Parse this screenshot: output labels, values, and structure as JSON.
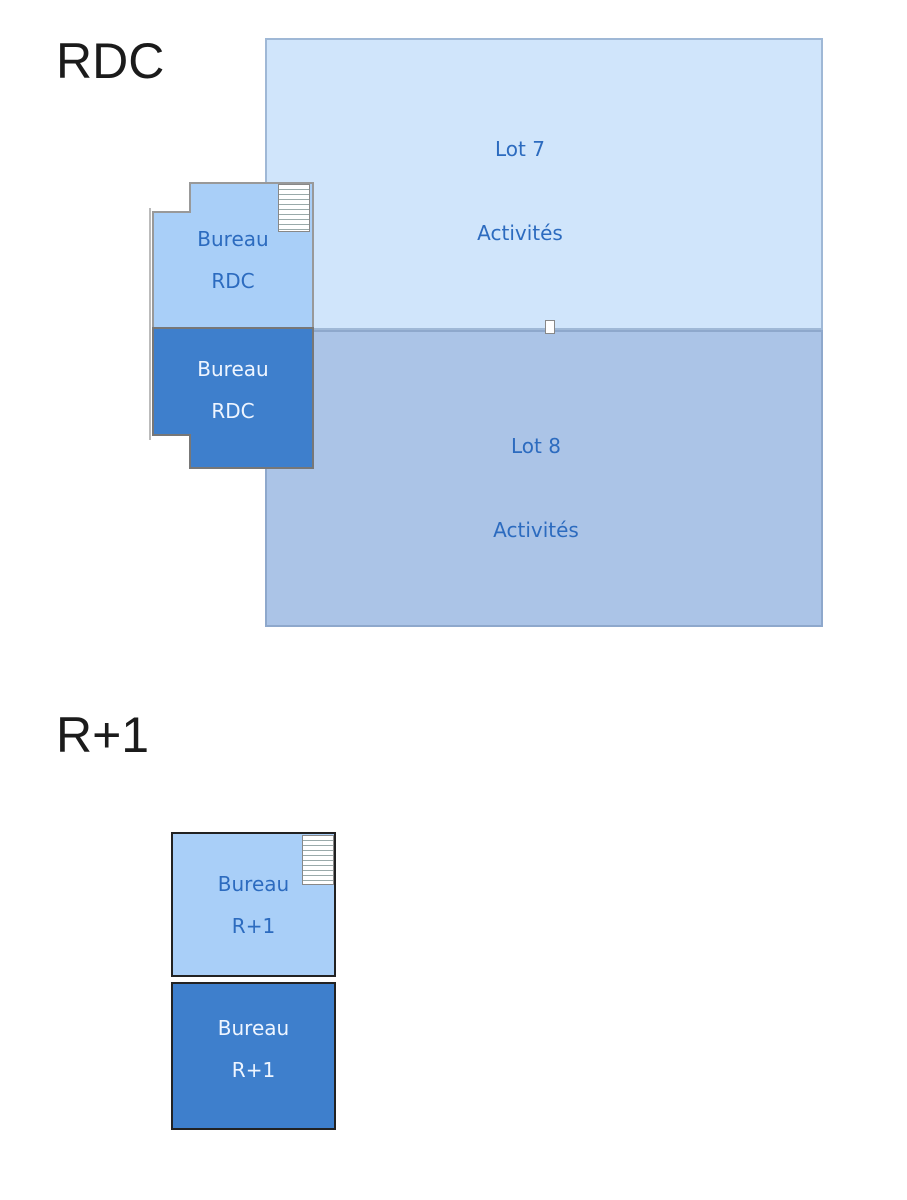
{
  "floors": [
    {
      "title": "RDC"
    },
    {
      "title": "R+1"
    }
  ],
  "rdc": {
    "lot7": {
      "name": "Lot 7",
      "use": "Activités"
    },
    "lot8": {
      "name": "Lot 8",
      "use": "Activités"
    },
    "bureau_light": {
      "name": "Bureau",
      "level": "RDC"
    },
    "bureau_dark": {
      "name": "Bureau",
      "level": "RDC"
    }
  },
  "r1": {
    "bureau_light": {
      "name": "Bureau",
      "level": "R+1"
    },
    "bureau_dark": {
      "name": "Bureau",
      "level": "R+1"
    }
  },
  "colors": {
    "lot7": "#d0e5fb",
    "lot8": "#abc4e7",
    "bureau_light": "#a9cff8",
    "bureau_dark": "#3e7fcc"
  }
}
